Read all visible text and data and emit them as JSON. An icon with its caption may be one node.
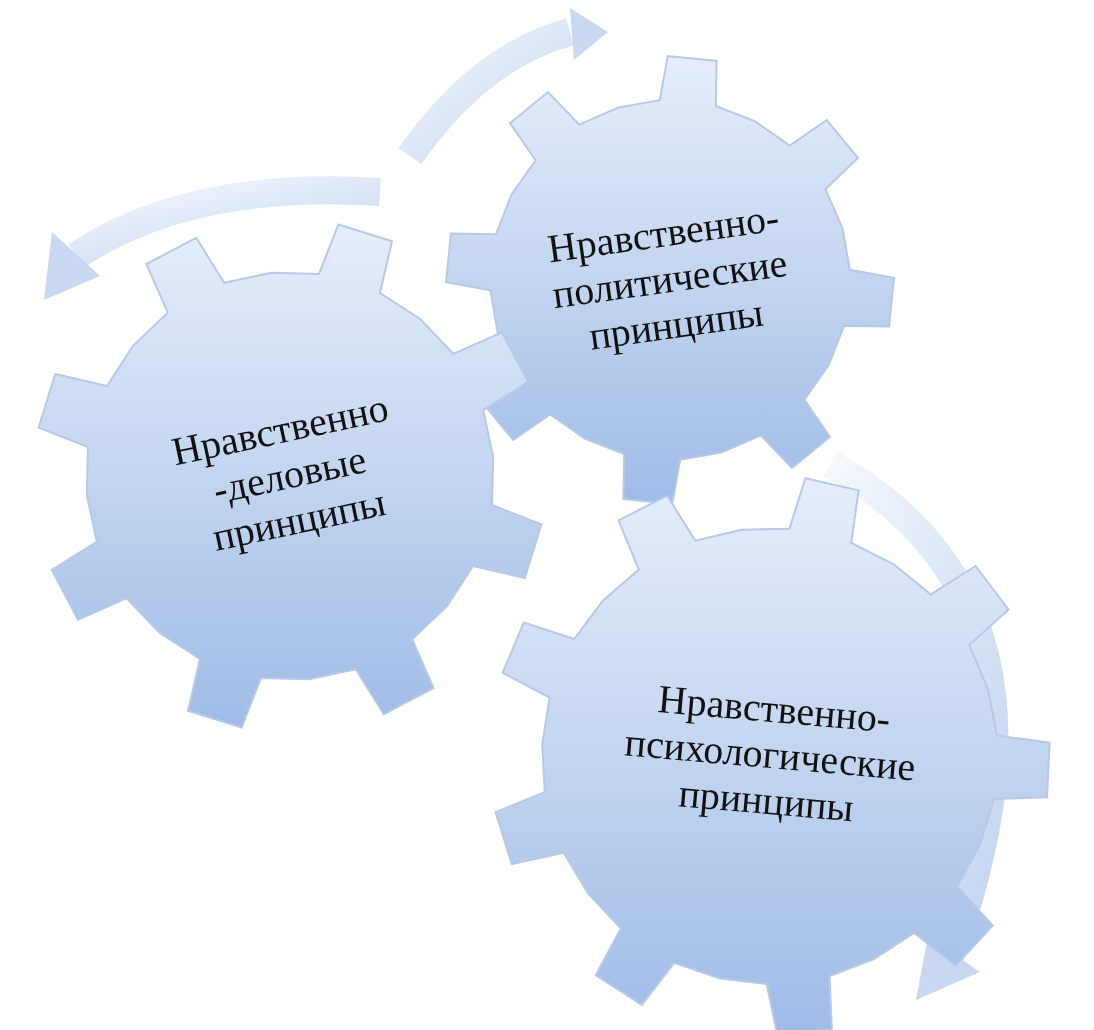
{
  "diagram": {
    "nodes": [
      {
        "text": [
          "Нравственно-политические принципы"
        ]
      },
      {
        "text": [
          "Нравственно -деловые принципы"
        ]
      },
      {
        "text": [
          "Нравственно-психологические принципы"
        ]
      }
    ]
  }
}
